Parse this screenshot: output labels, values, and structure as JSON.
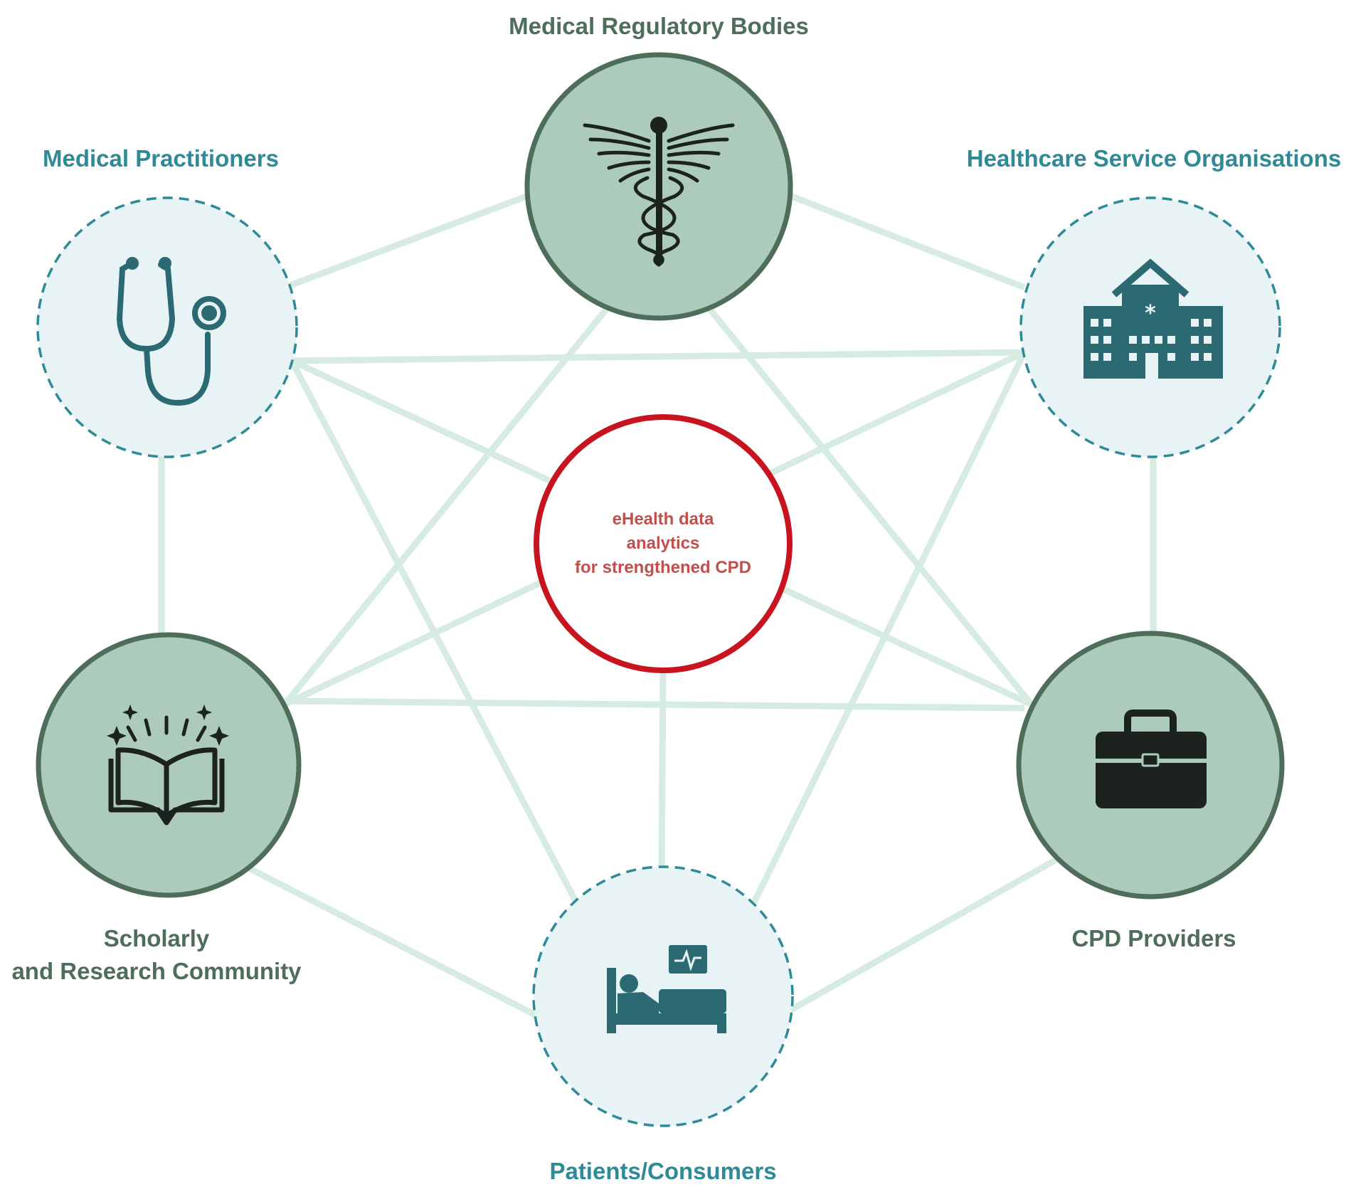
{
  "nodes": {
    "regulatory": {
      "label": "Medical Regulatory Bodies",
      "style": "solid",
      "icon": "caduceus-icon"
    },
    "practitioners": {
      "label": "Medical Practitioners",
      "style": "dashed",
      "icon": "stethoscope-icon"
    },
    "healthcare": {
      "label": "Healthcare Service Organisations",
      "style": "dashed",
      "icon": "hospital-icon"
    },
    "scholarly": {
      "label_line1": "Scholarly",
      "label_line2": "and Research Community",
      "style": "solid",
      "icon": "open-book-icon"
    },
    "cpd": {
      "label": "CPD Providers",
      "style": "solid",
      "icon": "briefcase-icon"
    },
    "patients": {
      "label": "Patients/Consumers",
      "style": "dashed",
      "icon": "hospital-bed-icon"
    }
  },
  "center": {
    "line1": "eHealth data",
    "line2": "analytics",
    "line3": "for strengthened CPD"
  },
  "colors": {
    "dark_green": "#4e6e5a",
    "solid_fill": "#adcbbd",
    "teal": "#2f8a98",
    "dashed_fill": "#e7f3f4",
    "icon_teal": "#2b6a72",
    "edge": "#d6ebe2",
    "center_red": "#c8141e",
    "center_text": "#c0504d",
    "icon_dark": "#1c231f"
  }
}
